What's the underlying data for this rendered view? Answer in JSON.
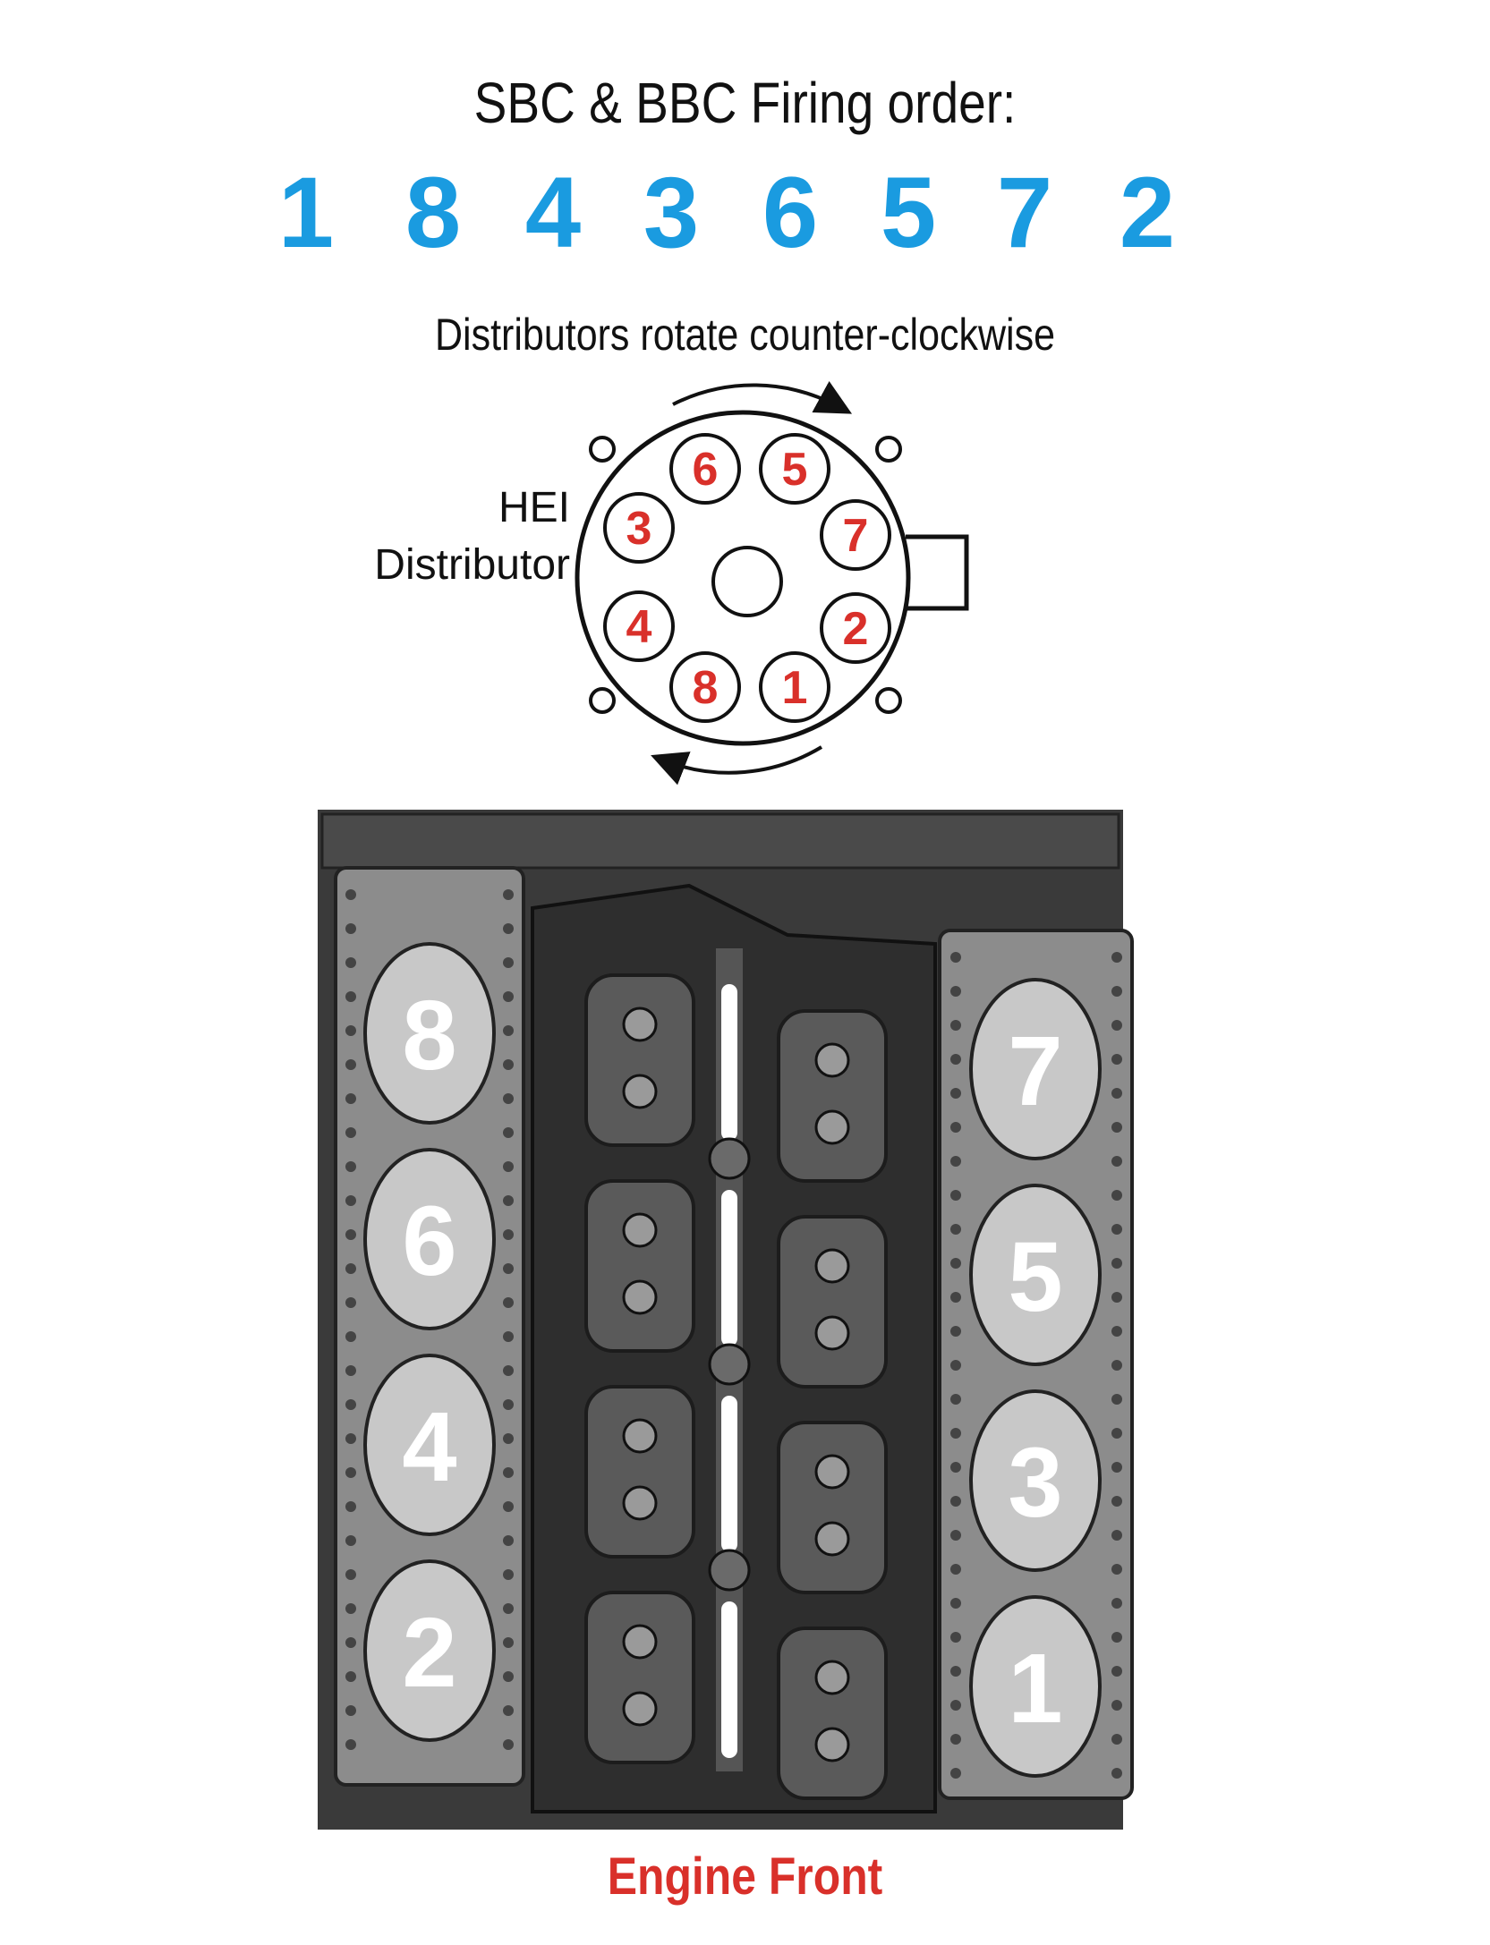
{
  "title": "SBC & BBC Firing order:",
  "firing_order": [
    "1",
    "8",
    "4",
    "3",
    "6",
    "5",
    "7",
    "2"
  ],
  "subtitle": "Distributors rotate counter-clockwise",
  "distributor": {
    "label_line1": "HEI",
    "label_line2": "Distributor",
    "terminals": [
      "6",
      "5",
      "7",
      "2",
      "1",
      "8",
      "4",
      "3"
    ]
  },
  "engine": {
    "left_bank": [
      "8",
      "6",
      "4",
      "2"
    ],
    "right_bank": [
      "7",
      "5",
      "3",
      "1"
    ],
    "front_label": "Engine Front"
  },
  "colors": {
    "firing_order": "#1a9be0",
    "terminal_numbers": "#d9302a",
    "engine_front": "#d9302a",
    "cylinder_fill": "#c8c8c8",
    "gasket": "#8c8c8c",
    "block_dark": "#3a3a3a"
  }
}
